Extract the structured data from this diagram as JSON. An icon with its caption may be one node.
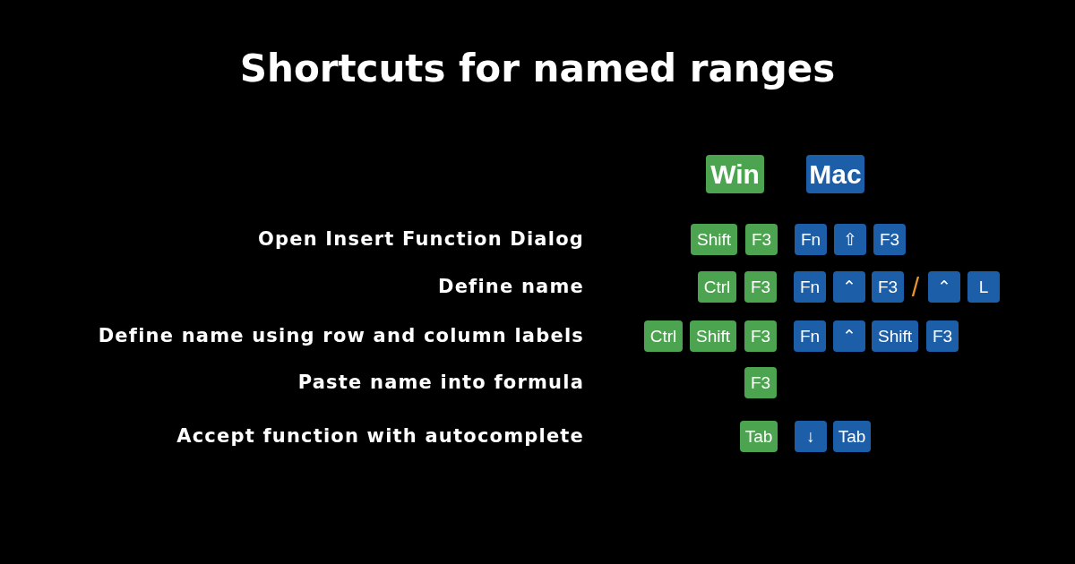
{
  "diagram": {
    "title": "Shortcuts for named ranges",
    "nodes": [
      {
        "text": [
          "Win"
        ]
      },
      {
        "text": [
          "Mac"
        ]
      },
      {
        "text": [
          "Shift"
        ]
      },
      {
        "text": [
          "F3"
        ]
      },
      {
        "text": [
          "Fn"
        ]
      },
      {
        "text": [
          "⇧"
        ]
      },
      {
        "text": [
          "F3"
        ]
      },
      {
        "text": [
          "Ctrl"
        ]
      },
      {
        "text": [
          "F3"
        ]
      },
      {
        "text": [
          "Fn"
        ]
      },
      {
        "text": [
          "⌃"
        ]
      },
      {
        "text": [
          "F3"
        ]
      },
      {
        "text": [
          "⌃"
        ]
      },
      {
        "text": [
          "L"
        ]
      },
      {
        "text": [
          "Ctrl"
        ]
      },
      {
        "text": [
          "Shift"
        ]
      },
      {
        "text": [
          "F3"
        ]
      },
      {
        "text": [
          "Fn"
        ]
      },
      {
        "text": [
          "⌃"
        ]
      },
      {
        "text": [
          "Shift"
        ]
      },
      {
        "text": [
          "F3"
        ]
      },
      {
        "text": [
          "F3"
        ]
      },
      {
        "text": [
          "Tab"
        ]
      },
      {
        "text": [
          "↓"
        ]
      },
      {
        "text": [
          "Tab"
        ]
      }
    ],
    "edges": [],
    "labels": [
      "Open Insert Function Dialog",
      "Define name",
      "/",
      "Define name using row and column labels",
      "Paste name into formula",
      "Accept function with autocomplete"
    ]
  }
}
